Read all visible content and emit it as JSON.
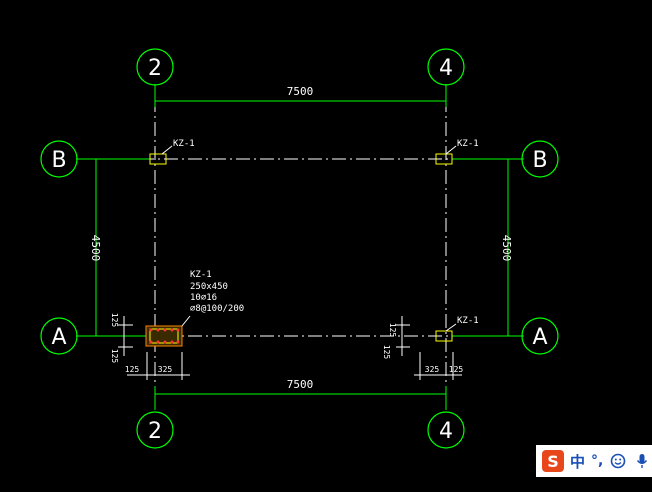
{
  "drawing": {
    "axes": {
      "top_2": "2",
      "top_4": "4",
      "bottom_2": "2",
      "bottom_4": "4",
      "left_B": "B",
      "left_A": "A",
      "right_B": "B",
      "right_A": "A"
    },
    "dimensions": {
      "top_span": "7500",
      "bottom_span": "7500",
      "left_span": "4500",
      "right_span": "4500",
      "left_detail_125_a": "125",
      "left_detail_125_b": "125",
      "left_detail_125_c": "125",
      "left_detail_325": "325",
      "right_detail_125_a": "125",
      "right_detail_125_b": "125",
      "right_detail_125_c": "125",
      "right_detail_325": "325"
    },
    "column_tags": {
      "top_left": "KZ-1",
      "top_right": "KZ-1",
      "bottom_right": "KZ-1"
    },
    "column_detail": {
      "name": "KZ-1",
      "size": "250x450",
      "rebar": "10⌀16",
      "stirrup": "⌀8@100/200"
    }
  },
  "ime_toolbar": {
    "logo": "S",
    "mode": "中",
    "punct": "°,",
    "colors": {
      "accent": "#1a4fb5",
      "logo": "#e8461b"
    }
  },
  "colors": {
    "grid": "#ffffff",
    "dimension": "#00ff00",
    "column": "#ffff00",
    "bubble": "#00ff00",
    "highlight": "#ff3333"
  }
}
